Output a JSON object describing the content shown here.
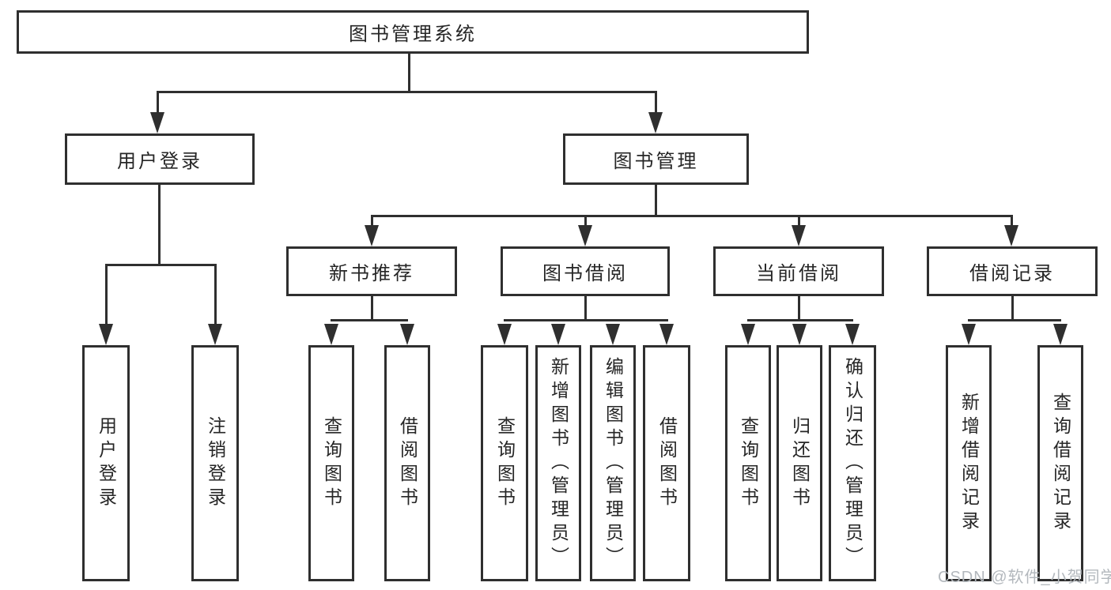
{
  "diagram": {
    "root": {
      "label": "图书管理系统"
    },
    "level2": [
      {
        "label": "用户登录"
      },
      {
        "label": "图书管理"
      }
    ],
    "level3": [
      {
        "label": "新书推荐"
      },
      {
        "label": "图书借阅"
      },
      {
        "label": "当前借阅"
      },
      {
        "label": "借阅记录"
      }
    ],
    "leaves": {
      "user_login": [
        {
          "label": "用户登录"
        },
        {
          "label": "注销登录"
        }
      ],
      "new_book": [
        {
          "label": "查询图书"
        },
        {
          "label": "借阅图书"
        }
      ],
      "book_borrow": [
        {
          "label": "查询图书"
        },
        {
          "label": "新增图书（管理员）"
        },
        {
          "label": "编辑图书（管理员）"
        },
        {
          "label": "借阅图书"
        }
      ],
      "current_borrow": [
        {
          "label": "查询图书"
        },
        {
          "label": "归还图书"
        },
        {
          "label": "确认归还（管理员）"
        }
      ],
      "borrow_record": [
        {
          "label": "新增借阅记录"
        },
        {
          "label": "查询借阅记录"
        }
      ]
    },
    "watermark": "CSDN @软件_小贺同学",
    "colors": {
      "line": "#2f2f2f",
      "text": "#262626",
      "watermark": "#b3b8bd",
      "box_fill": "#ffffff"
    }
  }
}
